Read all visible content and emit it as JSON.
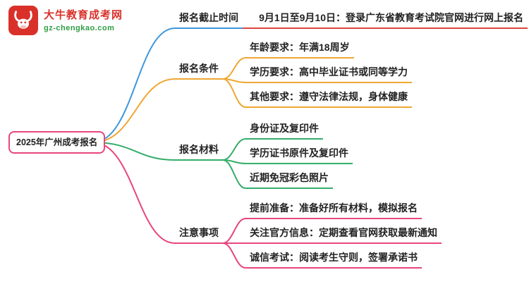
{
  "logo": {
    "site_name": "大牛教育成考网",
    "site_domain": "gz-chengkao.com",
    "icon": "bull-icon",
    "brand_color": "#d9312a",
    "domain_color": "#2e9e44"
  },
  "mindmap": {
    "root": {
      "label": "2025年广州成考报名",
      "border_color": "#e8457f"
    },
    "branches": [
      {
        "label": "报名截止时间",
        "curve_color": "#3f97dd",
        "item_color": "#dd4440",
        "items": [
          "9月1日至9月10日：登录广东省教育考试院官网进行网上报名"
        ]
      },
      {
        "label": "报名条件",
        "curve_color": "#efa733",
        "item_color": "#efa733",
        "items": [
          "年龄要求：年满18周岁",
          "学历要求：高中毕业证书或同等学力",
          "其他要求：遵守法律法规，身体健康"
        ]
      },
      {
        "label": "报名材料",
        "curve_color": "#35ad6a",
        "item_color": "#35ad6a",
        "items": [
          "身份证及复印件",
          "学历证书原件及复印件",
          "近期免冠彩色照片"
        ]
      },
      {
        "label": "注意事项",
        "curve_color": "#e8457f",
        "item_color": "#e8457f",
        "items": [
          "提前准备：准备好所有材料，模拟报名",
          "关注官方信息：定期查看官网获取最新通知",
          "诚信考试：阅读考生守则，签署承诺书"
        ]
      }
    ]
  }
}
